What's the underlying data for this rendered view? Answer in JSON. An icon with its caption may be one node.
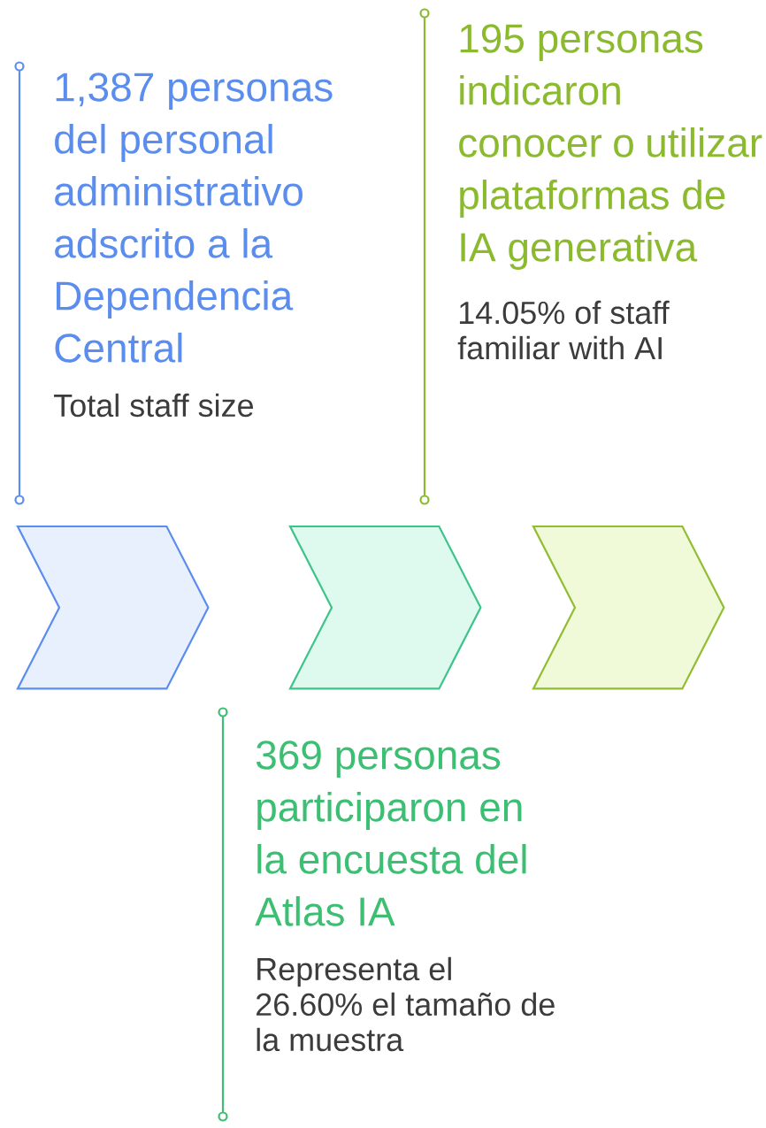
{
  "diagram": {
    "nodes": [
      {
        "text": [
          "1,387 personas del personal administrativo adscrito a la Dependencia Central",
          "Total staff size"
        ]
      },
      {
        "text": [
          "195 personas indicaron conocer o utilizar plataformas de IA generativa",
          "14.05% of staff familiar with AI"
        ]
      },
      {
        "text": [],
        "shape": "chevron"
      },
      {
        "text": [],
        "shape": "chevron"
      },
      {
        "text": [],
        "shape": "chevron"
      },
      {
        "text": [
          "369 personas participaron en la encuesta del Atlas IA",
          "Representa el 26.60% el tamaño de la muestra"
        ]
      }
    ]
  }
}
